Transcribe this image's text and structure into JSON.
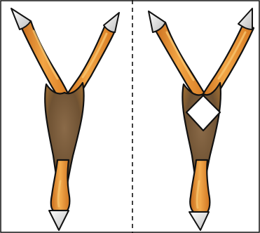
{
  "figure": {
    "panels": [
      {
        "id": "left",
        "variant": "intact-junction"
      },
      {
        "id": "right",
        "variant": "junction-with-diamond-cutout"
      }
    ],
    "divider": {
      "style": "dashed"
    },
    "colors": {
      "background": "#ffffff",
      "frame": "#111111",
      "branch_orange": "#e58a2a",
      "branch_light": "#f5b24f",
      "branch_dark": "#b9651a",
      "junction_brown": "#7a5a3a",
      "outline": "#111111",
      "tip_fill": "#f7f7f7",
      "tip_shade": "#c9c9c9",
      "cutout_fill": "#ffffff"
    },
    "icons": [
      "y-shaped-branch",
      "cone-tip",
      "diamond-cutout"
    ]
  }
}
